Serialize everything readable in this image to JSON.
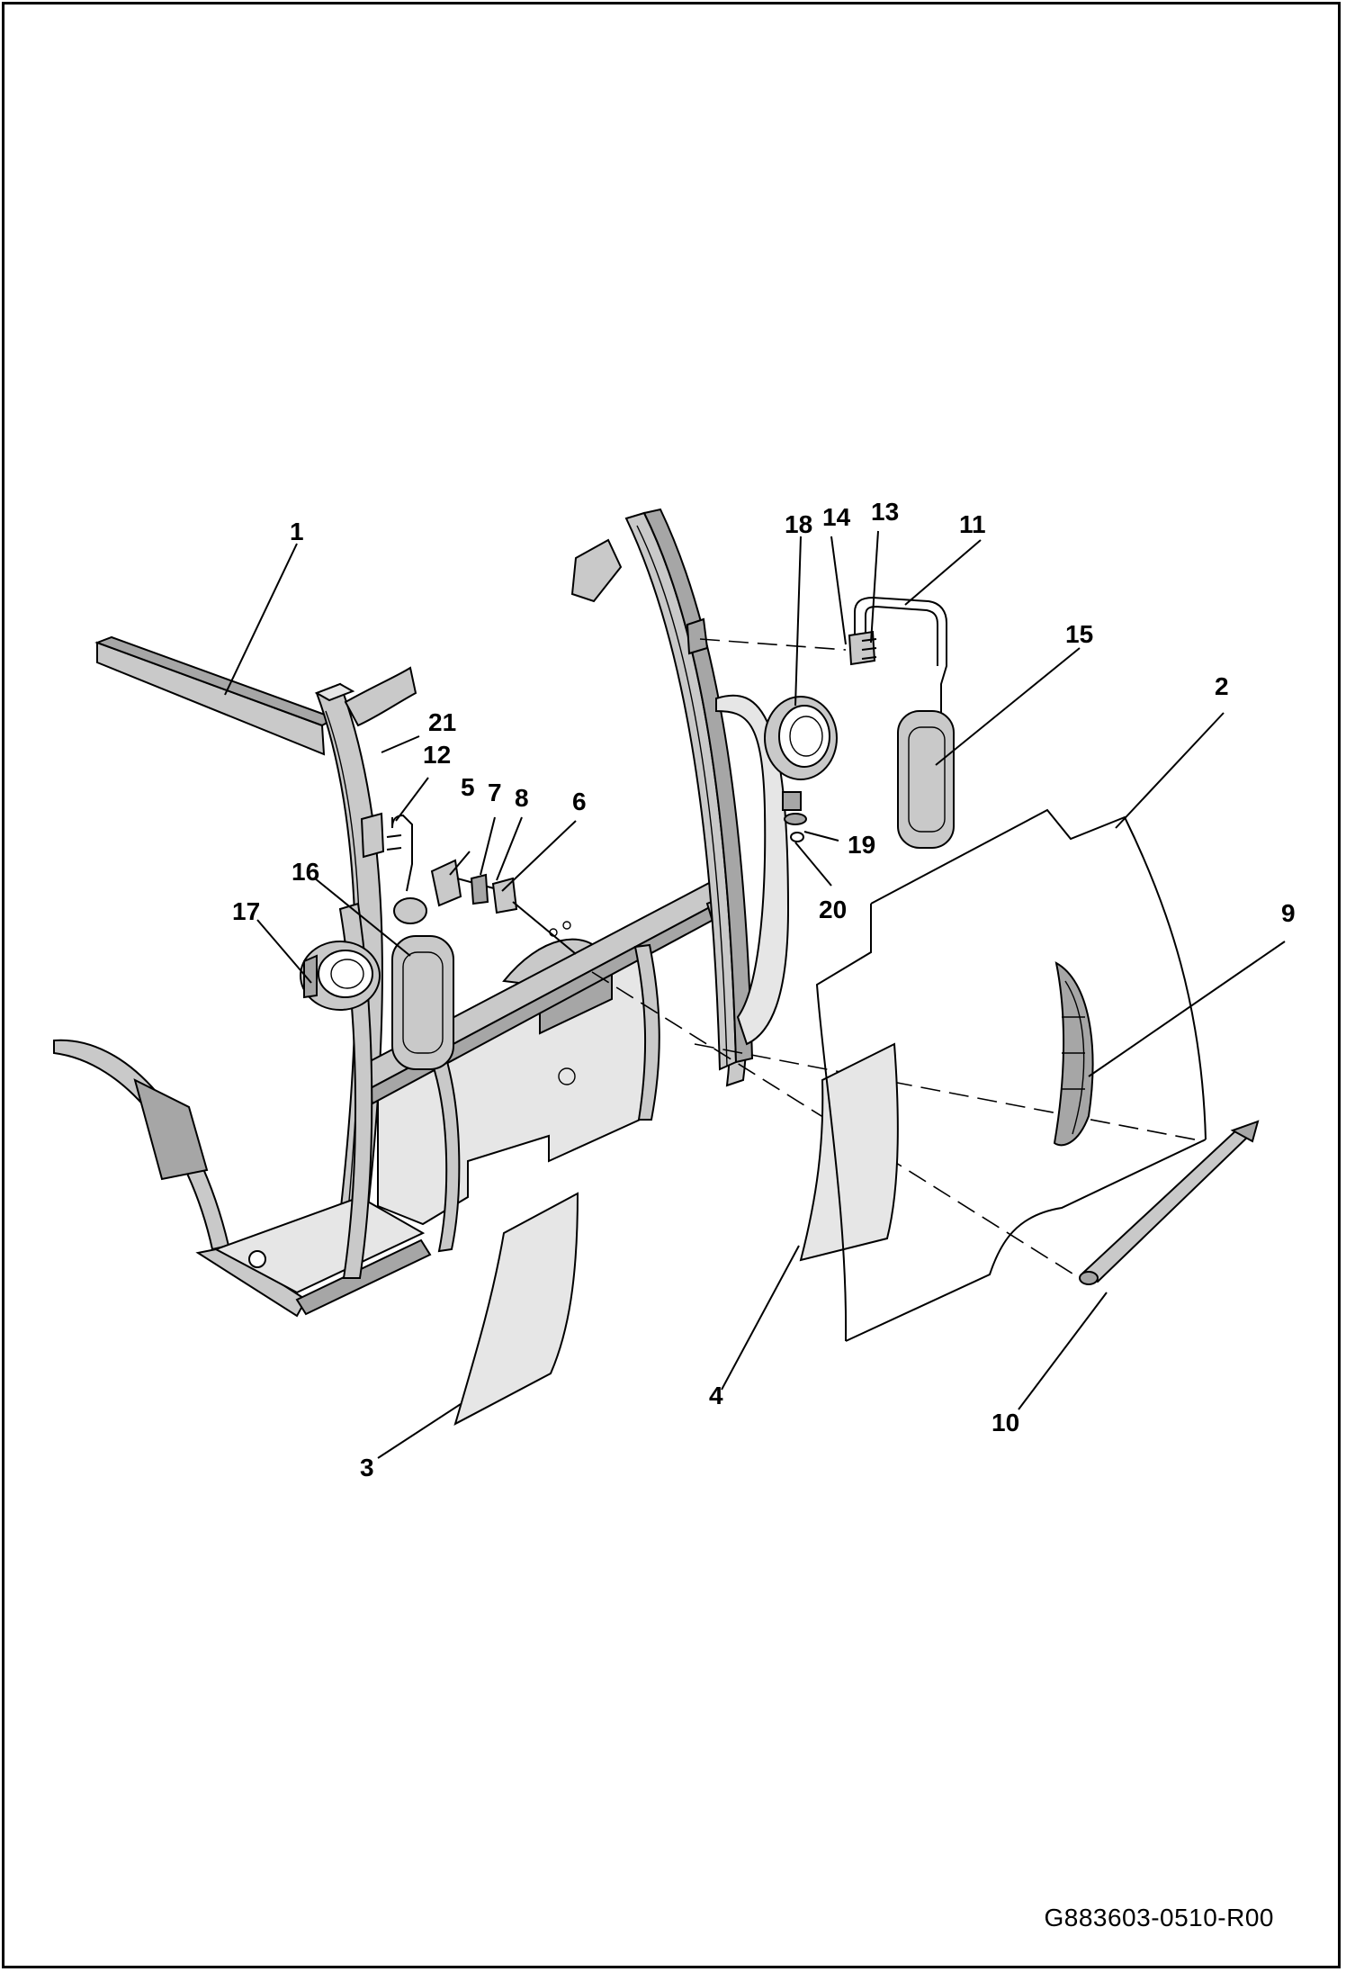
{
  "drawing_number": "G883603-0510-R00",
  "callouts": [
    "1",
    "2",
    "3",
    "4",
    "5",
    "6",
    "7",
    "8",
    "9",
    "10",
    "11",
    "12",
    "13",
    "14",
    "15",
    "16",
    "17",
    "18",
    "19",
    "20",
    "21"
  ]
}
